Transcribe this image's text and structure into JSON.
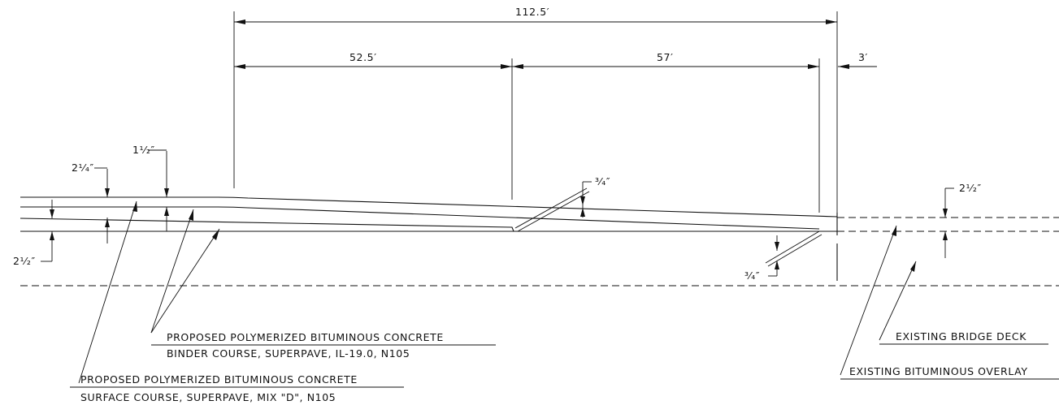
{
  "dimensions": {
    "overall": "112.5′",
    "left_span": "52.5′",
    "right_span": "57′",
    "offset": "3′"
  },
  "thickness_labels": {
    "surface_left": "2¹⁄₄″",
    "binder_top_left": "1¹⁄₂″",
    "binder_bottom_left": "2¹⁄₂″",
    "taper_top": "³⁄₄″",
    "taper_bottom": "³⁄₄″",
    "existing_overlay": "2¹⁄₂″"
  },
  "callouts": {
    "binder_line1": "PROPOSED POLYMERIZED BITUMINOUS CONCRETE",
    "binder_line2": "BINDER COURSE, SUPERPAVE, IL-19.0, N105",
    "surface_line1": "PROPOSED POLYMERIZED BITUMINOUS CONCRETE",
    "surface_line2": "SURFACE COURSE, SUPERPAVE, MIX \"D\", N105",
    "bridge_deck": "EXISTING BRIDGE DECK",
    "bituminous_overlay": "EXISTING BITUMINOUS OVERLAY"
  }
}
